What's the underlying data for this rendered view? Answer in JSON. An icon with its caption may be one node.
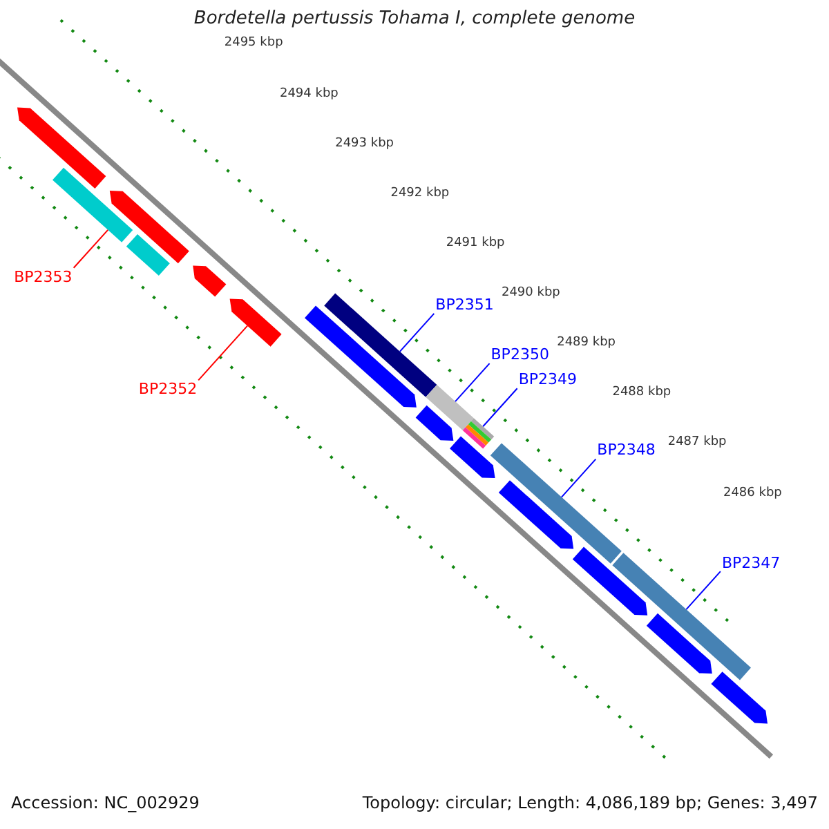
{
  "diagram": {
    "title": "Bordetella pertussis Tohama I, complete genome",
    "nodes": [
      {
        "text": [
          "BP2353"
        ]
      },
      {
        "text": [
          "BP2352"
        ]
      },
      {
        "text": [
          "BP2351"
        ]
      },
      {
        "text": [
          "BP2350"
        ]
      },
      {
        "text": [
          "BP2349"
        ]
      },
      {
        "text": [
          "BP2348"
        ]
      },
      {
        "text": [
          "BP2347"
        ]
      },
      {
        "text": [],
        "shape": "bar"
      },
      {
        "text": [],
        "shape": "bar"
      },
      {
        "text": [],
        "shape": "bar"
      },
      {
        "text": [],
        "shape": "bar"
      },
      {
        "text": [],
        "shape": "bar"
      },
      {
        "text": [],
        "shape": "bar"
      },
      {
        "text": [],
        "shape": "bar"
      }
    ],
    "edges": [
      {
        "from": 0,
        "to": 7,
        "arrow": "none",
        "color": "#ff0000"
      },
      {
        "from": 1,
        "to": 8,
        "arrow": "none",
        "color": "#ff0000"
      },
      {
        "from": 2,
        "to": 9,
        "arrow": "none"
      },
      {
        "from": 3,
        "to": 10,
        "arrow": "none"
      },
      {
        "from": 4,
        "to": 11,
        "arrow": "none"
      },
      {
        "from": 5,
        "to": 12,
        "arrow": "none"
      },
      {
        "from": 6,
        "to": 13,
        "arrow": "none"
      }
    ],
    "labels": [
      "2495 kbp",
      "2494 kbp",
      "2493 kbp",
      "2492 kbp",
      "2491 kbp",
      "2490 kbp",
      "2489 kbp",
      "2488 kbp",
      "2487 kbp",
      "2486 kbp",
      "Accession: NC_002929",
      "Topology: circular; Length: 4,086,189 bp; Genes: 3,497"
    ]
  }
}
